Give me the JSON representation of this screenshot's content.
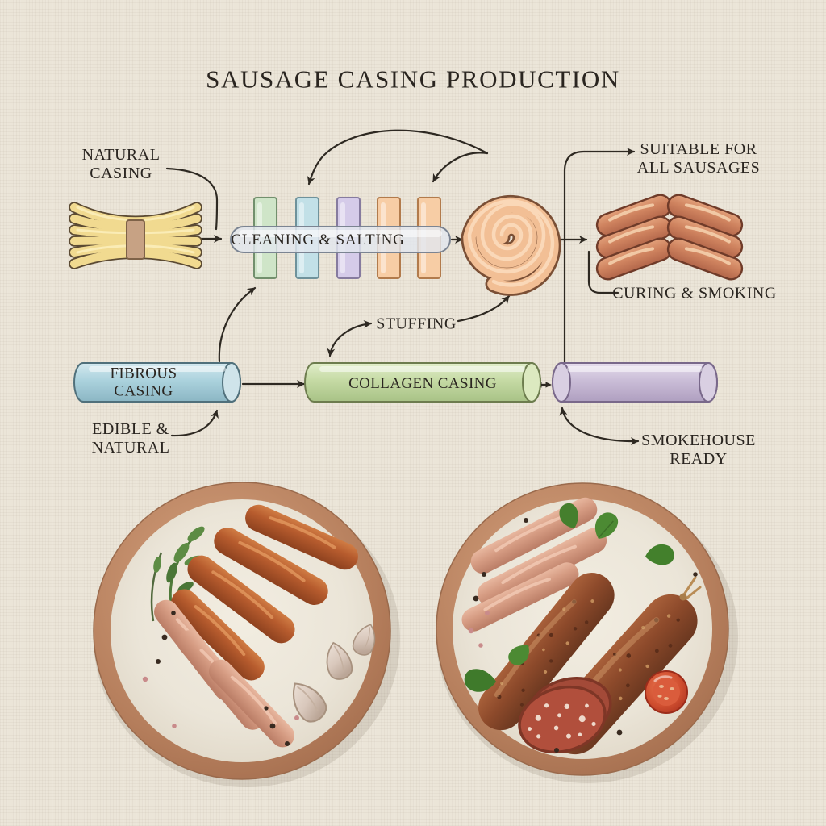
{
  "title": "SAUSAGE CASING PRODUCTION",
  "flow": {
    "natural_casing": {
      "line1": "NATURAL",
      "line2": "CASING"
    },
    "cleaning_salting": "CLEANING & SALTING",
    "suitable_for": {
      "line1": "SUITABLE FOR",
      "line2": "ALL SAUSAGES"
    },
    "curing_smoking": "CURING & SMOKING",
    "stuffing": "STUFFING",
    "fibrous_casing": {
      "line1": "FIBROUS",
      "line2": "CASING"
    },
    "collagen_casing": "COLLAGEN CASING",
    "edible_natural": {
      "line1": "EDIBLE &",
      "line2": "NATURAL"
    },
    "smokehouse_ready": {
      "line1": "SMOKEHOUSE",
      "line2": "READY"
    }
  },
  "icons": [
    "natural-casing-bundle-icon",
    "cleaning-salting-capsule",
    "process-bar-green",
    "process-bar-blue",
    "process-bar-purple",
    "process-bar-orange-1",
    "process-bar-orange-2",
    "spiral-casing-icon",
    "sausage-links-icon",
    "fibrous-casing-cylinder",
    "collagen-casing-cylinder",
    "smokehouse-cylinder",
    "left-plate-photo",
    "right-plate-photo"
  ],
  "colors": {
    "background": "#ebe5d8",
    "ink": "#2e2922",
    "bundle_yellow": "#f2dc92",
    "bundle_band": "#c7a284",
    "bar_green": "#cfe5c8",
    "bar_blue": "#c2e0e7",
    "bar_purple": "#d5cbe9",
    "bar_orange": "#f7cda5",
    "capsule_gray": "#e2e7ee",
    "spiral_orange": "#f2bf95",
    "sausage_link": "#cf835f",
    "fibrous_blue": "#abd2dd",
    "collagen_green": "#c5daa4",
    "smokehouse_purple": "#cabdd7",
    "plate_rim": "#b57e5c",
    "plate_inner": "#ebe5d8"
  }
}
